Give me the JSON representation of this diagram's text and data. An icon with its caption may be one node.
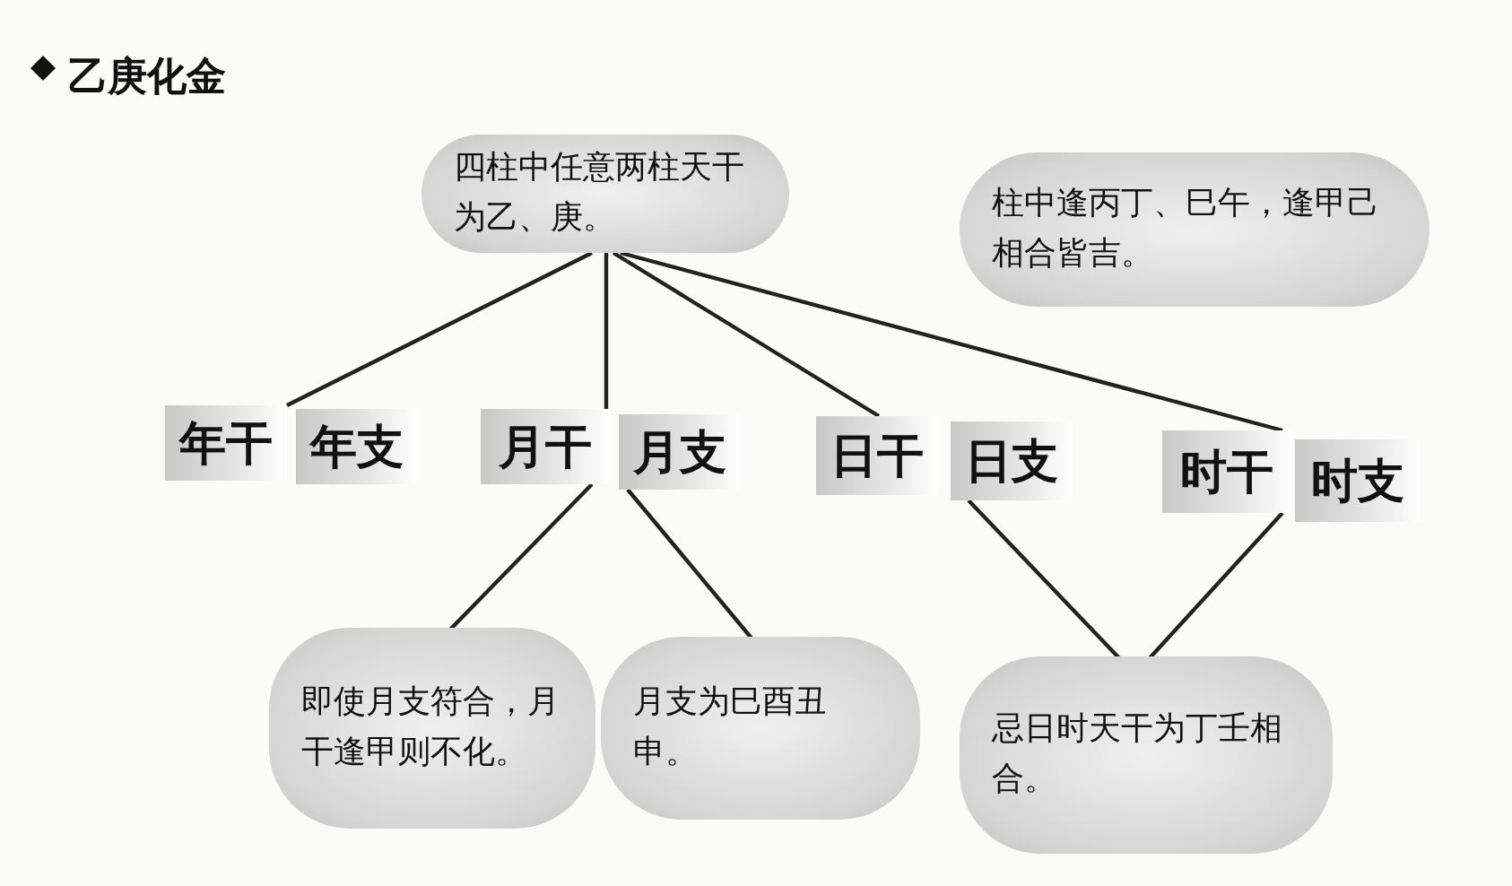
{
  "diagram": {
    "title": "乙庚化金",
    "nodes": [
      {
        "text": [
          "四柱中任意两柱天干为乙、庚。"
        ]
      },
      {
        "text": [
          "柱中逢丙丁、巳午，逢甲己相合皆吉。"
        ]
      },
      {
        "text": [
          "年干"
        ]
      },
      {
        "text": [
          "年支"
        ]
      },
      {
        "text": [
          "月干"
        ]
      },
      {
        "text": [
          "月支"
        ]
      },
      {
        "text": [
          "日干"
        ]
      },
      {
        "text": [
          "日支"
        ]
      },
      {
        "text": [
          "时干"
        ]
      },
      {
        "text": [
          "时支"
        ]
      },
      {
        "text": [
          "即使月支符合，月干逢甲则不化。"
        ]
      },
      {
        "text": [
          "月支为巳酉丑申。"
        ]
      },
      {
        "text": [
          "忌日时天干为丁壬相合。"
        ]
      }
    ],
    "edges": [
      {
        "from": 0,
        "to": 2,
        "arrow": "none"
      },
      {
        "from": 0,
        "to": 4,
        "arrow": "none"
      },
      {
        "from": 0,
        "to": 6,
        "arrow": "none"
      },
      {
        "from": 0,
        "to": 8,
        "arrow": "none"
      },
      {
        "from": 4,
        "to": 10,
        "arrow": "none"
      },
      {
        "from": 5,
        "to": 11,
        "arrow": "none"
      },
      {
        "from": 7,
        "to": 12,
        "arrow": "none"
      },
      {
        "from": 8,
        "to": 12,
        "arrow": "none"
      }
    ]
  }
}
